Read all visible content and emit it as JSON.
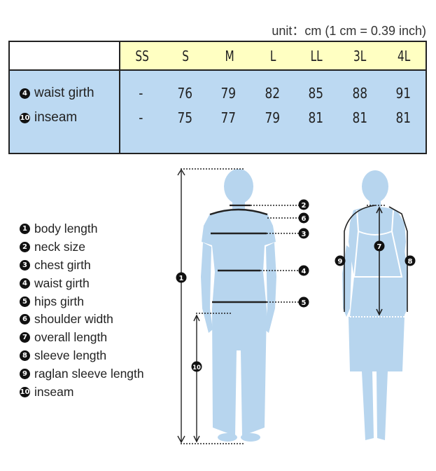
{
  "unit_note": "unit：cm  (1 cm = 0.39 inch)",
  "table": {
    "sizes": [
      "SS",
      "S",
      "M",
      "L",
      "LL",
      "3L",
      "4L"
    ],
    "rows": [
      {
        "badge": "4",
        "label": "waist girth",
        "values": [
          "-",
          "76",
          "79",
          "82",
          "85",
          "88",
          "91"
        ]
      },
      {
        "badge": "10",
        "label": "inseam",
        "values": [
          "-",
          "75",
          "77",
          "79",
          "81",
          "81",
          "81"
        ]
      }
    ]
  },
  "legend": [
    {
      "num": "1",
      "label": "body length"
    },
    {
      "num": "2",
      "label": "neck size"
    },
    {
      "num": "3",
      "label": "chest girth"
    },
    {
      "num": "4",
      "label": "waist girth"
    },
    {
      "num": "5",
      "label": "hips girth"
    },
    {
      "num": "6",
      "label": "shoulder width"
    },
    {
      "num": "7",
      "label": "overall length"
    },
    {
      "num": "8",
      "label": "sleeve length"
    },
    {
      "num": "9",
      "label": "raglan sleeve length"
    },
    {
      "num": "10",
      "label": "inseam"
    }
  ],
  "figure_markers": {
    "front": [
      "1",
      "2",
      "6",
      "3",
      "4",
      "5",
      "10"
    ],
    "back": [
      "9",
      "7",
      "8"
    ]
  },
  "colors": {
    "header_bg": "#ffffc2",
    "body_bg": "#bcd9f2",
    "figure_fill": "#b7d5ee",
    "line": "#222222"
  }
}
